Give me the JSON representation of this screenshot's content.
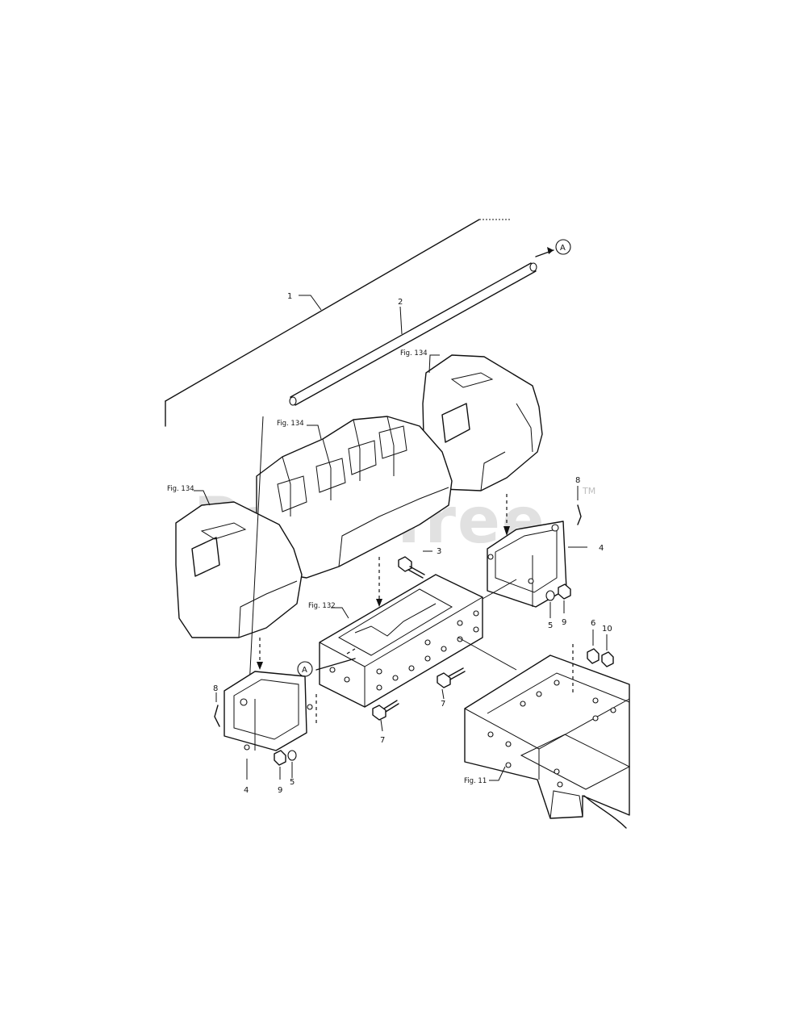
{
  "watermark": {
    "text": "PartsTree",
    "trademark": "TM"
  },
  "callouts": {
    "c1": "1",
    "c2": "2",
    "c3": "3",
    "c4_right": "4",
    "c4_left": "4",
    "c5_right": "5",
    "c5_left": "5",
    "c6": "6",
    "c7_a": "7",
    "c7_b": "7",
    "c8_right": "8",
    "c8_left": "8",
    "c9_right": "9",
    "c9_left": "9",
    "c10": "10"
  },
  "figure_refs": {
    "fig134_top": "Fig. 134",
    "fig134_middle": "Fig. 134",
    "fig134_left": "Fig. 134",
    "fig132": "Fig. 132",
    "fig11": "Fig. 11"
  },
  "connectors": {
    "a_top": "A",
    "a_bottom": "A"
  }
}
